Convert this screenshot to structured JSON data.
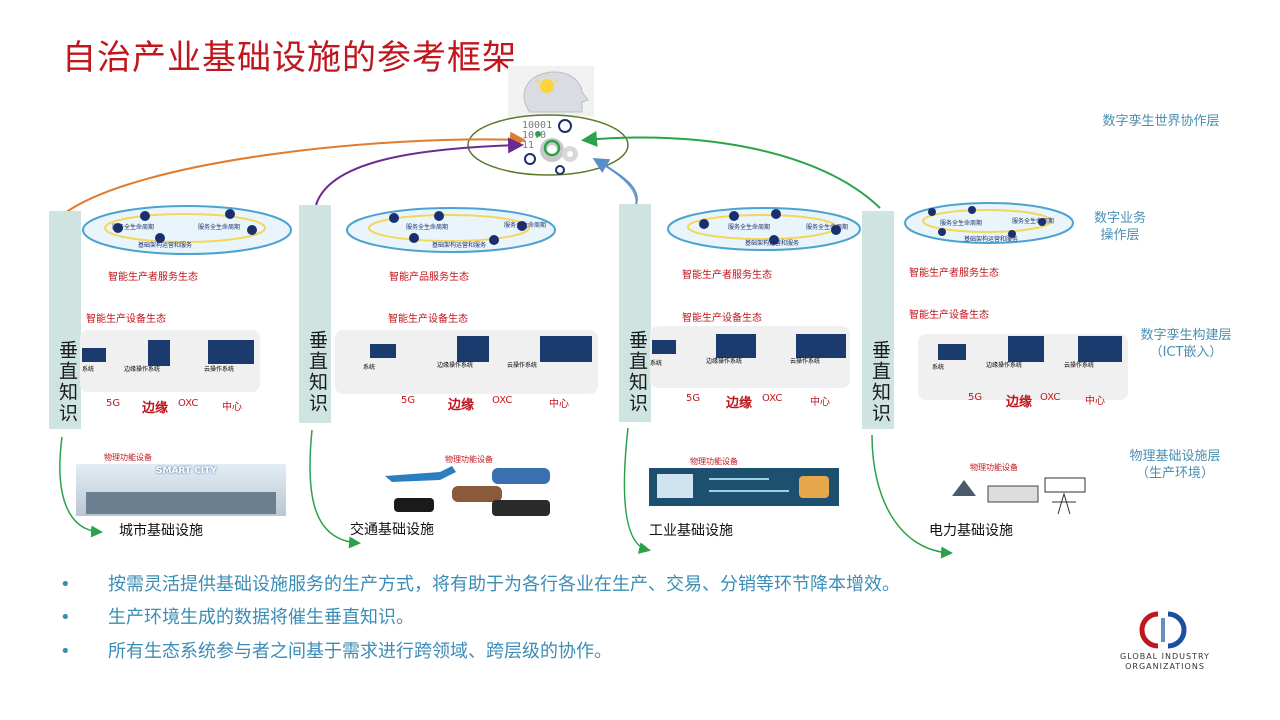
{
  "title": "自治产业基础设施的参考框架",
  "layers": {
    "world": "数字孪生世界协作层",
    "business": [
      "数字业务",
      "操作层"
    ],
    "build": [
      "数字孪生构建层",
      "（ICT嵌入）"
    ],
    "physical": [
      "物理基础设施层",
      "（生产环境）"
    ]
  },
  "hub_binary": [
    "10001",
    "10.0",
    "11"
  ],
  "pillar_label": "垂直知识",
  "columns": [
    {
      "service_eco": "智能生产者服务生态",
      "device_eco": "智能生产设备生态",
      "cloud": [
        "服务全生命周期",
        "服务全生命周期",
        "基础架构运营和服务"
      ],
      "systems": [
        "边缘操作系统",
        "云操作系统",
        "系统"
      ],
      "tags": [
        "5G",
        "边缘",
        "OXC",
        "中心"
      ],
      "phys_label": "物理功能设备",
      "image_text": "SMART CITY",
      "infra": "城市基础设施"
    },
    {
      "service_eco": "智能产品服务生态",
      "device_eco": "智能生产设备生态",
      "cloud": [
        "服务全生命周期",
        "服务全生命周期",
        "基础架构运营和服务"
      ],
      "systems": [
        "边缘操作系统",
        "云操作系统",
        "系统"
      ],
      "tags": [
        "5G",
        "边缘",
        "OXC",
        "中心"
      ],
      "phys_label": "物理功能设备",
      "image_text": "",
      "infra": "交通基础设施"
    },
    {
      "service_eco": "智能生产者服务生态",
      "device_eco": "智能生产设备生态",
      "cloud": [
        "服务全生命周期",
        "服务全生命周期",
        "基础架构运营和服务"
      ],
      "systems": [
        "边缘操作系统",
        "云操作系统",
        "系统"
      ],
      "tags": [
        "5G",
        "边缘",
        "OXC",
        "中心"
      ],
      "phys_label": "物理功能设备",
      "image_text": "",
      "infra": "工业基础设施"
    },
    {
      "service_eco": "智能生产者服务生态",
      "device_eco": "智能生产设备生态",
      "cloud": [
        "服务全生命周期",
        "服务全生命周期",
        "基础架构运营和服务"
      ],
      "systems": [
        "边缘操作系统",
        "云操作系统",
        "系统"
      ],
      "tags": [
        "5G",
        "边缘",
        "OXC",
        "中心"
      ],
      "phys_label": "物理功能设备",
      "image_text": "",
      "infra": "电力基础设施"
    }
  ],
  "bullets": [
    "按需灵活提供基础设施服务的生产方式，将有助于为各行各业在生产、交易、分销等环节降本增效。",
    "生产环境生成的数据将催生垂直知识。",
    "所有生态系统参与者之间基于需求进行跨领域、跨层级的协作。"
  ],
  "bullet_marker": "•",
  "logo": [
    "GLOBAL INDUSTRY",
    "ORGANIZATIONS"
  ],
  "colors": {
    "title": "#c0161d",
    "layer_text": "#4a8fb0",
    "bullet_text": "#3b8db5",
    "pillar": "#cfe4e0",
    "arrow_orange": "#e07b2c",
    "arrow_purple": "#6a2c91",
    "arrow_blue": "#5a8fc8",
    "arrow_green": "#2aa24a",
    "hub_ellipse": "#5a7a2a"
  }
}
